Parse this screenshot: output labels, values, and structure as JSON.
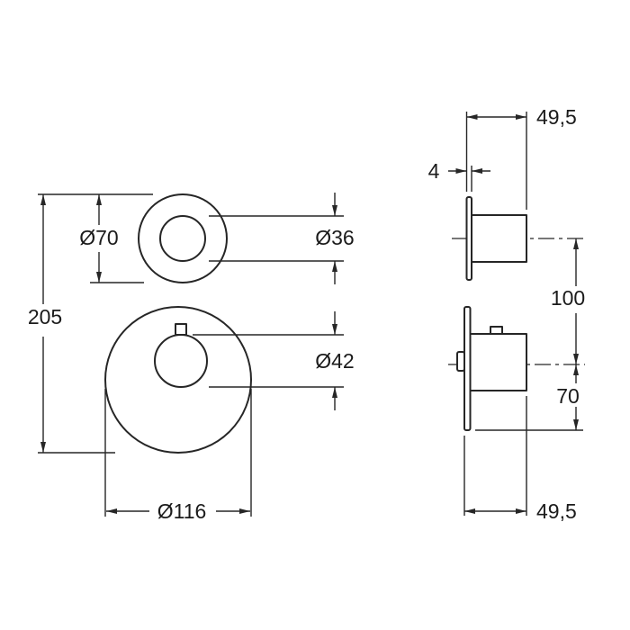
{
  "front_view": {
    "dim_total_height": "205",
    "dim_top_trim_outer": "Ø70",
    "dim_top_trim_inner": "Ø36",
    "dim_handle": "Ø42",
    "dim_base_plate": "Ø116"
  },
  "side_view": {
    "dim_depth_top": "49,5",
    "dim_flange_thickness": "4",
    "dim_center_distance": "100",
    "dim_lower_offset": "70",
    "dim_depth_bottom": "49,5"
  },
  "colors": {
    "line": "#262626",
    "background": "#ffffff"
  }
}
